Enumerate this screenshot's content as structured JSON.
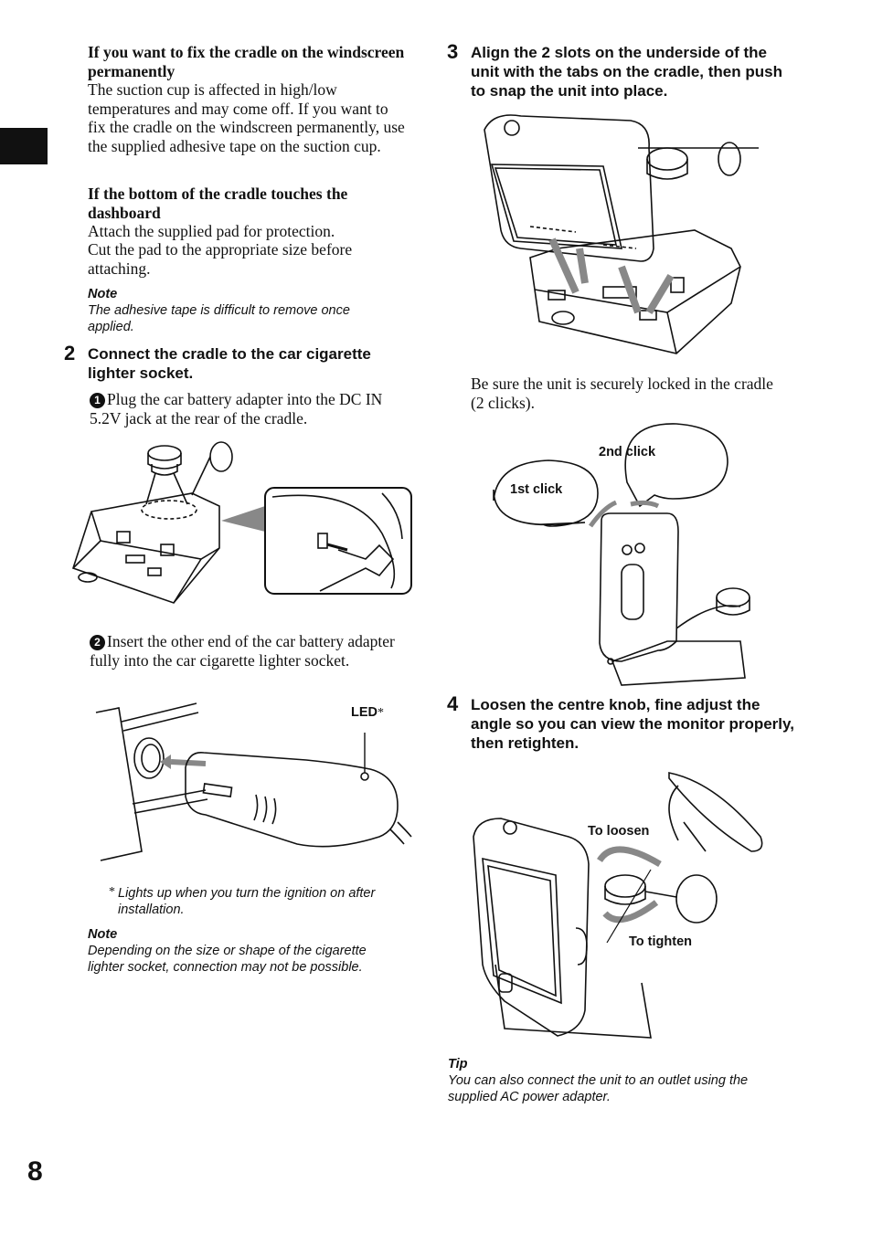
{
  "left": {
    "sec1": {
      "title": "If you want to fix the cradle on the windscreen permanently",
      "body": "The suction cup is affected in high/low temperatures and may come off. If you want to fix the cradle on the windscreen permanently, use the supplied adhesive tape on the suction cup."
    },
    "sec2": {
      "title": "If the bottom of the cradle touches the dashboard",
      "body_line1": "Attach the supplied pad for protection.",
      "body_line2": "Cut the pad to the appropriate size before attaching."
    },
    "note1": {
      "title": "Note",
      "text": "The adhesive tape is difficult to remove once applied."
    },
    "step2": {
      "num": "2",
      "text": "Connect the cradle to the car cigarette lighter socket.",
      "sub1_num": "1",
      "sub1_text": "Plug the car battery adapter into the DC IN 5.2V jack at the rear of the cradle.",
      "sub2_num": "2",
      "sub2_text": "Insert the other end of the car battery adapter fully into the car cigarette lighter socket."
    },
    "led_label": "LED",
    "led_asterisk": "*",
    "footnote_mark": "*",
    "footnote_text": "Lights up when you turn the ignition on after installation.",
    "note2": {
      "title": "Note",
      "text": "Depending on the size or shape of the cigarette lighter socket, connection may not be possible."
    }
  },
  "right": {
    "step3": {
      "num": "3",
      "text": "Align the 2 slots on the underside of the unit with the tabs on the cradle, then push to snap the unit into place.",
      "body": "Be sure the unit is securely locked in the cradle (2 clicks)."
    },
    "click_labels": {
      "second": "2nd click",
      "first": "1st click"
    },
    "step4": {
      "num": "4",
      "text": "Loosen the centre knob, fine adjust the angle so you can view the monitor properly, then retighten."
    },
    "knob_labels": {
      "loosen": "To loosen",
      "tighten": "To tighten"
    },
    "tip": {
      "title": "Tip",
      "text": "You can also connect the unit to an outlet using the supplied AC power adapter."
    }
  },
  "page_number": "8"
}
